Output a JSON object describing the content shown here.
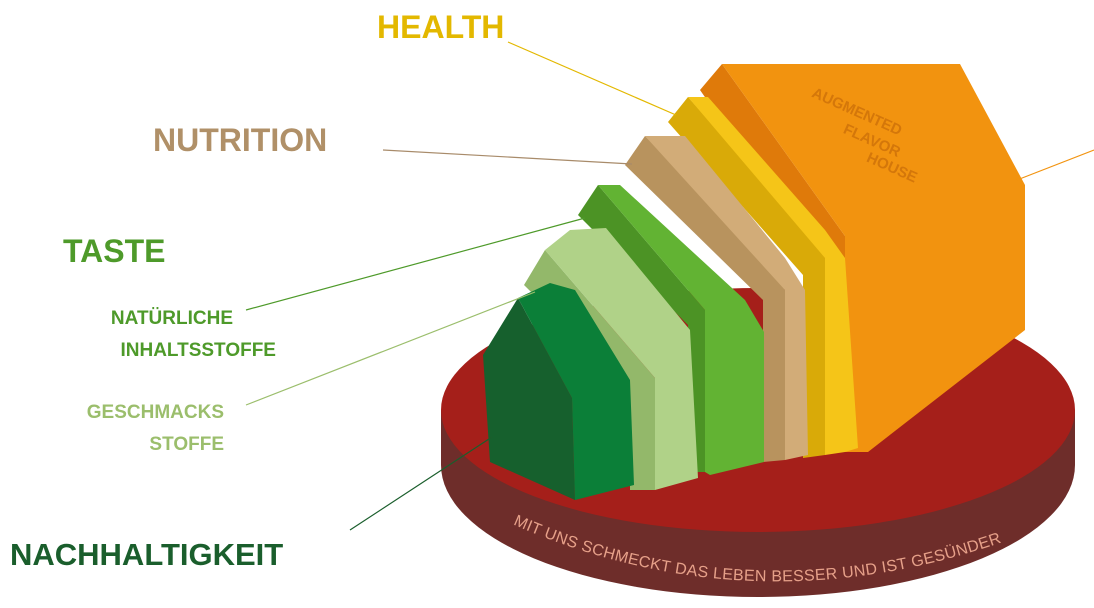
{
  "labels": {
    "health": "HEALTH",
    "nutrition": "NUTRITION",
    "taste": "TASTE",
    "natuerliche_line1": "NATÜRLICHE",
    "natuerliche_line2": "INHALTSSTOFFE",
    "geschmacks_line1": "GESCHMACKS",
    "geschmacks_line2": "STOFFE",
    "nachhaltigkeit": "NACHHALTIGKEIT"
  },
  "house_text": {
    "line1": "AUGMENTED",
    "line2": "FLAVOR",
    "line3": "HOUSE"
  },
  "rim_text": "MIT UNS SCHMECKT DAS LEBEN BESSER UND IST GESÜNDER",
  "colors": {
    "health": "#E3B800",
    "nutrition": "#B09068",
    "taste": "#4E9A2A",
    "natuerliche": "#4E9A2A",
    "geschmacks": "#9BBE6C",
    "nachhaltigkeit": "#1A5E2C",
    "disc_top": "#A51F1A",
    "disc_side": "#6E2D2A",
    "orange": "#F2930F",
    "yellow": "#F5C518",
    "tan": "#D2AC78",
    "green": "#62B333",
    "light_green": "#B0D288",
    "dark_green": "#0B7F38",
    "rim_text": "#E6A089"
  }
}
